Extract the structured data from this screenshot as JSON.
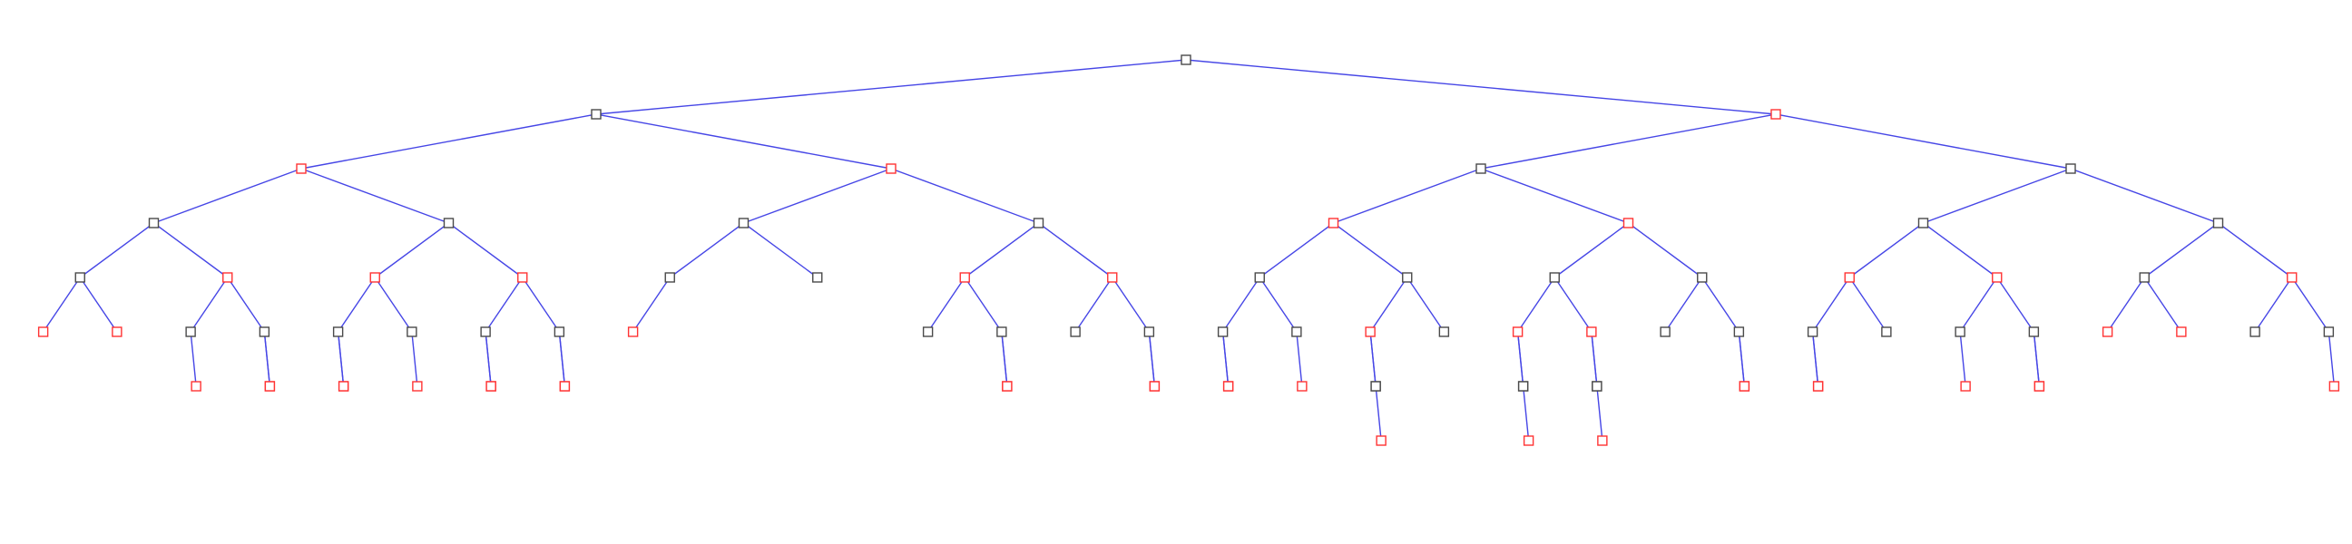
{
  "colors": {
    "background": "#ffffff",
    "edge": "#4646e6",
    "black_node": "#4a4a4a",
    "red_node": "#ff3333"
  },
  "tree": {
    "kind": "red-black-tree",
    "root": {
      "c": "black",
      "ch": [
        {
          "c": "black",
          "ch": [
            {
              "c": "red",
              "ch": [
                {
                  "c": "black",
                  "ch": [
                    {
                      "c": "black",
                      "ch": [
                        {
                          "c": "red"
                        },
                        {
                          "c": "red"
                        }
                      ]
                    },
                    {
                      "c": "red",
                      "ch": [
                        {
                          "c": "black",
                          "ch": [
                            {
                              "c": "red"
                            }
                          ]
                        },
                        {
                          "c": "black",
                          "ch": [
                            {
                              "c": "red"
                            },
                            {
                              "c": "red"
                            }
                          ]
                        }
                      ]
                    }
                  ]
                },
                {
                  "c": "black",
                  "ch": [
                    {
                      "c": "red",
                      "ch": [
                        {
                          "c": "black",
                          "ch": [
                            {
                              "c": "red"
                            },
                            {
                              "c": "red"
                            }
                          ]
                        },
                        {
                          "c": "black",
                          "ch": [
                            {
                              "c": "red"
                            }
                          ]
                        }
                      ]
                    },
                    {
                      "c": "red",
                      "ch": [
                        {
                          "c": "black",
                          "ch": [
                            {
                              "c": "red"
                            },
                            {
                              "c": "red"
                            }
                          ]
                        },
                        {
                          "c": "black",
                          "ch": [
                            {
                              "c": "red"
                            },
                            {
                              "c": "red"
                            }
                          ]
                        }
                      ]
                    }
                  ]
                }
              ]
            },
            {
              "c": "red",
              "ch": [
                {
                  "c": "black",
                  "ch": [
                    {
                      "c": "black",
                      "ch": [
                        {
                          "c": "red"
                        }
                      ]
                    },
                    {
                      "c": "black"
                    }
                  ]
                },
                {
                  "c": "black",
                  "ch": [
                    {
                      "c": "red",
                      "ch": [
                        {
                          "c": "black"
                        },
                        {
                          "c": "black",
                          "ch": [
                            {
                              "c": "red"
                            },
                            {
                              "c": "red"
                            }
                          ]
                        }
                      ]
                    },
                    {
                      "c": "red",
                      "ch": [
                        {
                          "c": "black"
                        },
                        {
                          "c": "black",
                          "ch": [
                            {
                              "c": "red"
                            },
                            {
                              "c": "red"
                            }
                          ]
                        }
                      ]
                    }
                  ]
                }
              ]
            }
          ]
        },
        {
          "c": "red",
          "ch": [
            {
              "c": "black",
              "ch": [
                {
                  "c": "red",
                  "ch": [
                    {
                      "c": "black",
                      "ch": [
                        {
                          "c": "black",
                          "ch": [
                            {
                              "c": "red"
                            },
                            {
                              "c": "red"
                            }
                          ]
                        },
                        {
                          "c": "black",
                          "ch": [
                            {
                              "c": "red"
                            }
                          ]
                        }
                      ]
                    },
                    {
                      "c": "black",
                      "ch": [
                        {
                          "c": "red",
                          "ch": [
                            {
                              "c": "black"
                            },
                            {
                              "c": "black",
                              "ch": [
                                {
                                  "c": "red"
                                }
                              ]
                            }
                          ]
                        },
                        {
                          "c": "black"
                        }
                      ]
                    }
                  ]
                },
                {
                  "c": "red",
                  "ch": [
                    {
                      "c": "black",
                      "ch": [
                        {
                          "c": "red",
                          "ch": [
                            {
                              "c": "black",
                              "ch": [
                                {
                                  "c": "red"
                                }
                              ]
                            },
                            {
                              "c": "black"
                            }
                          ]
                        },
                        {
                          "c": "red",
                          "ch": [
                            {
                              "c": "black",
                              "ch": [
                                {
                                  "c": "red"
                                }
                              ]
                            },
                            {
                              "c": "black"
                            }
                          ]
                        }
                      ]
                    },
                    {
                      "c": "black",
                      "ch": [
                        {
                          "c": "black"
                        },
                        {
                          "c": "black",
                          "ch": [
                            {
                              "c": "red"
                            },
                            {
                              "c": "red"
                            }
                          ]
                        }
                      ]
                    }
                  ]
                }
              ]
            },
            {
              "c": "black",
              "ch": [
                {
                  "c": "black",
                  "ch": [
                    {
                      "c": "red",
                      "ch": [
                        {
                          "c": "black",
                          "ch": [
                            {
                              "c": "red"
                            },
                            {
                              "c": "red"
                            }
                          ]
                        },
                        {
                          "c": "black"
                        }
                      ]
                    },
                    {
                      "c": "red",
                      "ch": [
                        {
                          "c": "black",
                          "ch": [
                            {
                              "c": "red"
                            }
                          ]
                        },
                        {
                          "c": "black",
                          "ch": [
                            {
                              "c": "red"
                            },
                            {
                              "c": "red"
                            }
                          ]
                        }
                      ]
                    }
                  ]
                },
                {
                  "c": "black",
                  "ch": [
                    {
                      "c": "black",
                      "ch": [
                        {
                          "c": "red"
                        },
                        {
                          "c": "red"
                        }
                      ]
                    },
                    {
                      "c": "red",
                      "ch": [
                        {
                          "c": "black"
                        },
                        {
                          "c": "black",
                          "ch": [
                            {
                              "c": "red"
                            }
                          ]
                        }
                      ]
                    }
                  ]
                }
              ]
            }
          ]
        }
      ]
    }
  }
}
